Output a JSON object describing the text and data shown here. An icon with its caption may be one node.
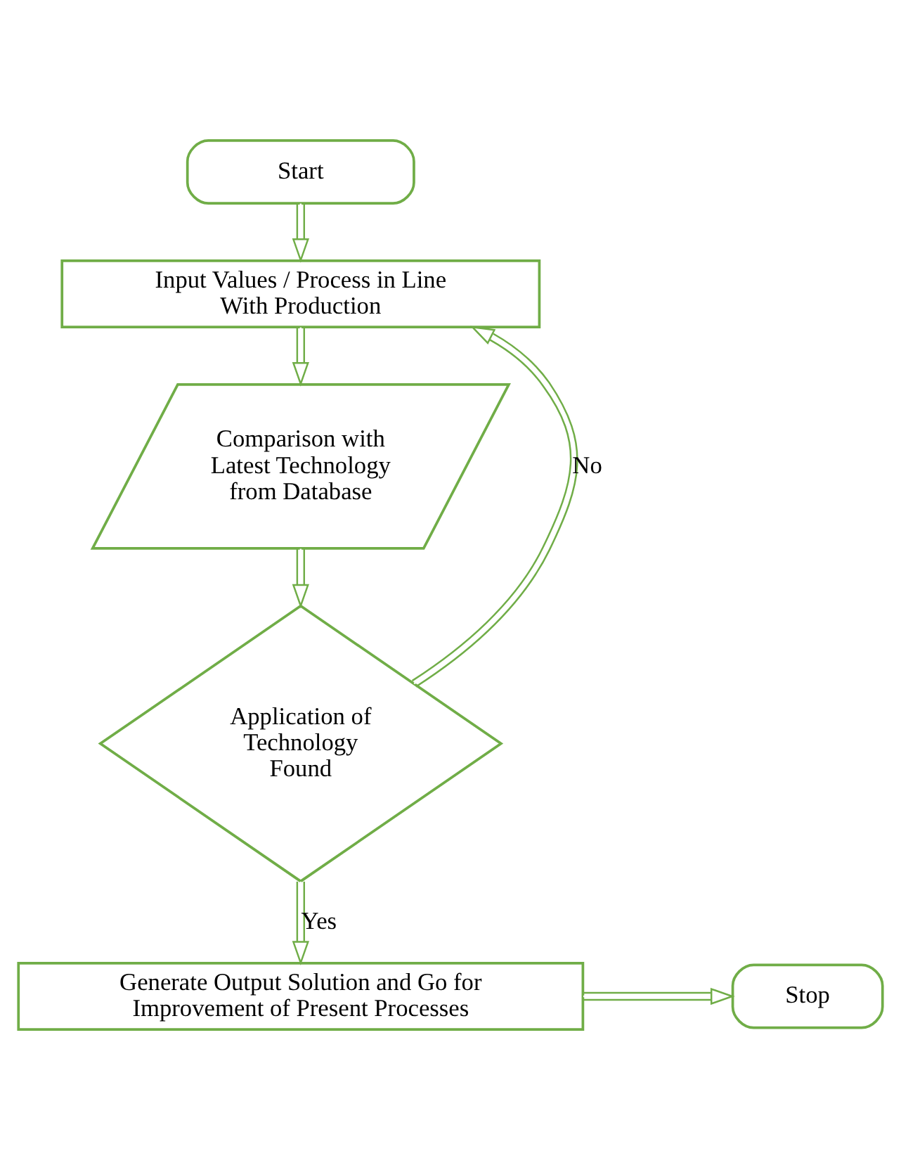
{
  "diagram": {
    "nodes": [
      {
        "text": [
          "Start"
        ]
      },
      {
        "text": [
          "Input Values / Process in Line With Production"
        ]
      },
      {
        "text": [
          "Comparison with Latest Technology from Database"
        ]
      },
      {
        "text": [
          "Application of Technology Found"
        ]
      },
      {
        "text": [
          "Generate Output Solution and Go for Improvement of Present Processes"
        ]
      },
      {
        "text": [
          "Stop"
        ]
      }
    ],
    "edges": [
      {
        "from": 0,
        "to": 1,
        "arrow": "to"
      },
      {
        "from": 1,
        "to": 2,
        "arrow": "to"
      },
      {
        "from": 2,
        "to": 3,
        "arrow": "to"
      },
      {
        "from": 3,
        "to": 4,
        "arrow": "to",
        "label": "Yes"
      },
      {
        "from": 3,
        "to": 1,
        "arrow": "to",
        "label": "No"
      },
      {
        "from": 4,
        "to": 5,
        "arrow": "to"
      }
    ]
  }
}
